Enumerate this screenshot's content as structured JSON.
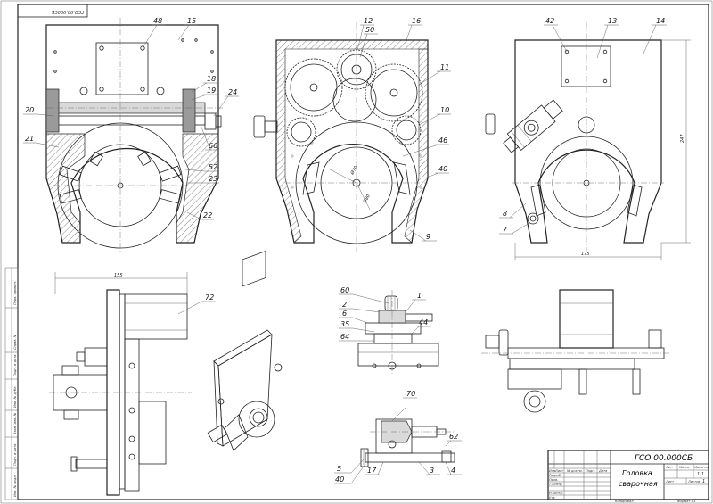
{
  "drawing": {
    "code_mirrored": "ГСО.00.000СБ",
    "code": "ГСО.00.000СБ",
    "title_line1": "Головка",
    "title_line2": "сварочная",
    "scale": "1:1",
    "sheet_label": "Лист",
    "sheets_label": "Листов",
    "sheets_total": "1",
    "mass_label": "Масса",
    "scale_label": "Масштаб",
    "lit_label": "Лит.",
    "footer_copy": "Копировал",
    "footer_format": "Формат А3"
  },
  "title_rows": [
    "Изм.",
    "Лист",
    "№ докум.",
    "Подп.",
    "Дата"
  ],
  "roles": [
    "Разраб.",
    "Пров.",
    "Т.контр.",
    "",
    "Н.контр.",
    "Утв."
  ],
  "left_strip": [
    "Перв. примен.",
    "Справ. №",
    "Подп. и дата",
    "Инв. № дубл.",
    "Взам. инв. №",
    "Подп. и дата",
    "Инв. № подл."
  ],
  "dims": {
    "width_top_right": "175",
    "height_top_right": "247",
    "width_side": "155",
    "diameter_inner": "Ø70",
    "diameter_outer": "Ø80"
  },
  "callouts": {
    "v1": [
      "48",
      "15",
      "18",
      "19",
      "24",
      "20",
      "21",
      "66",
      "52",
      "23",
      "22"
    ],
    "v2": [
      "12",
      "50",
      "16",
      "11",
      "10",
      "46",
      "40",
      "9"
    ],
    "v3": [
      "42",
      "13",
      "14",
      "8",
      "7"
    ],
    "v4": [
      "72"
    ],
    "v6": [
      "60",
      "2",
      "6",
      "35",
      "64",
      "1",
      "44"
    ],
    "v8": [
      "70",
      "62",
      "5",
      "40",
      "17",
      "3",
      "4"
    ]
  }
}
